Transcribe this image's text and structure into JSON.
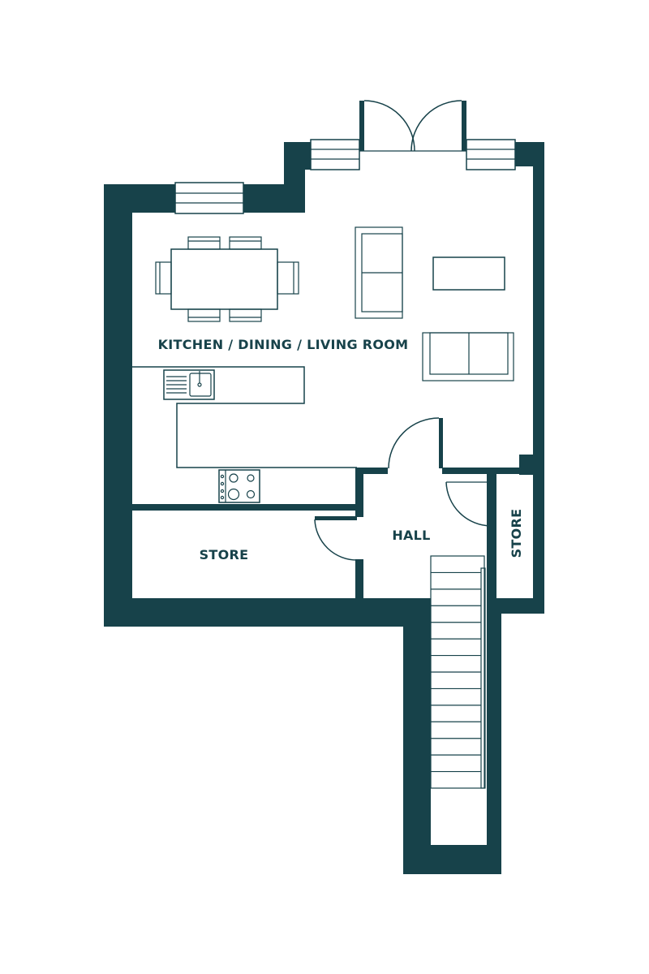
{
  "colors": {
    "wall": "#17424a",
    "background": "#ffffff"
  },
  "rooms": {
    "kitchen_dining_living": "KITCHEN / DINING / LIVING ROOM",
    "store_left": "STORE",
    "hall": "HALL",
    "store_right": "STORE"
  }
}
